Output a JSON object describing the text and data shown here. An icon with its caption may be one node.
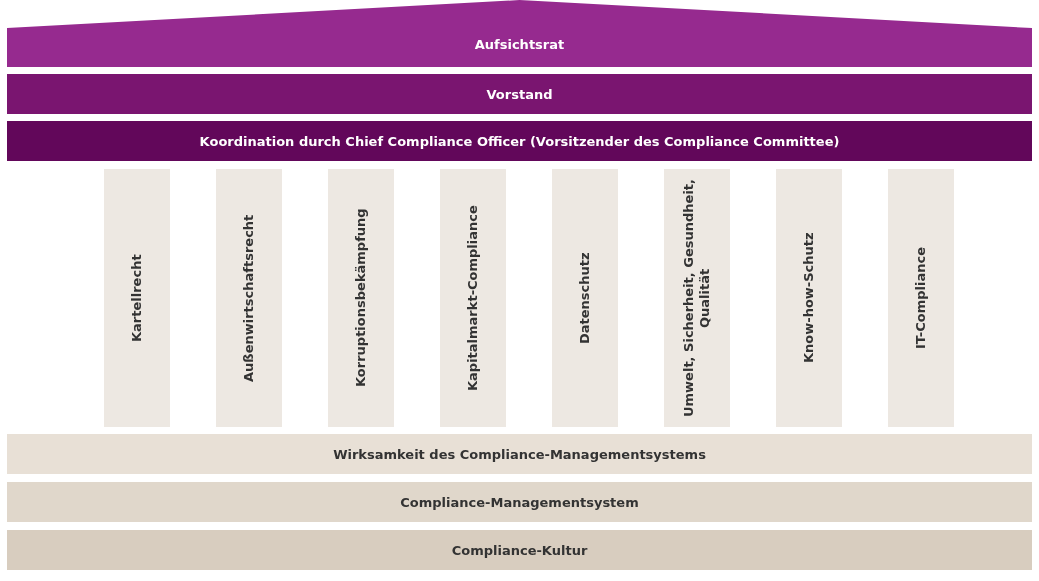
{
  "diagram": {
    "nodes": [
      {
        "text": [
          "Aufsichtsrat"
        ]
      },
      {
        "text": [
          "Vorstand"
        ]
      },
      {
        "text": [
          "Koordination durch Chief Compliance Officer (Vorsitzender des Compliance Committee)"
        ]
      },
      {
        "text": [
          "Kartellrecht"
        ]
      },
      {
        "text": [
          "Außenwirtschaftsrecht"
        ]
      },
      {
        "text": [
          "Korruptionsbekämpfung"
        ]
      },
      {
        "text": [
          "Kapitalmarkt-Compliance"
        ]
      },
      {
        "text": [
          "Datenschutz"
        ]
      },
      {
        "text": [
          "Umwelt, Sicherheit, Gesundheit, Qualität"
        ]
      },
      {
        "text": [
          "Know-how-Schutz"
        ]
      },
      {
        "text": [
          "IT-Compliance"
        ]
      },
      {
        "text": [
          "Wirksamkeit des Compliance-Managementsystems"
        ]
      },
      {
        "text": [
          "Compliance-Managementsystem"
        ]
      },
      {
        "text": [
          "Compliance-Kultur"
        ]
      }
    ],
    "edges": []
  }
}
